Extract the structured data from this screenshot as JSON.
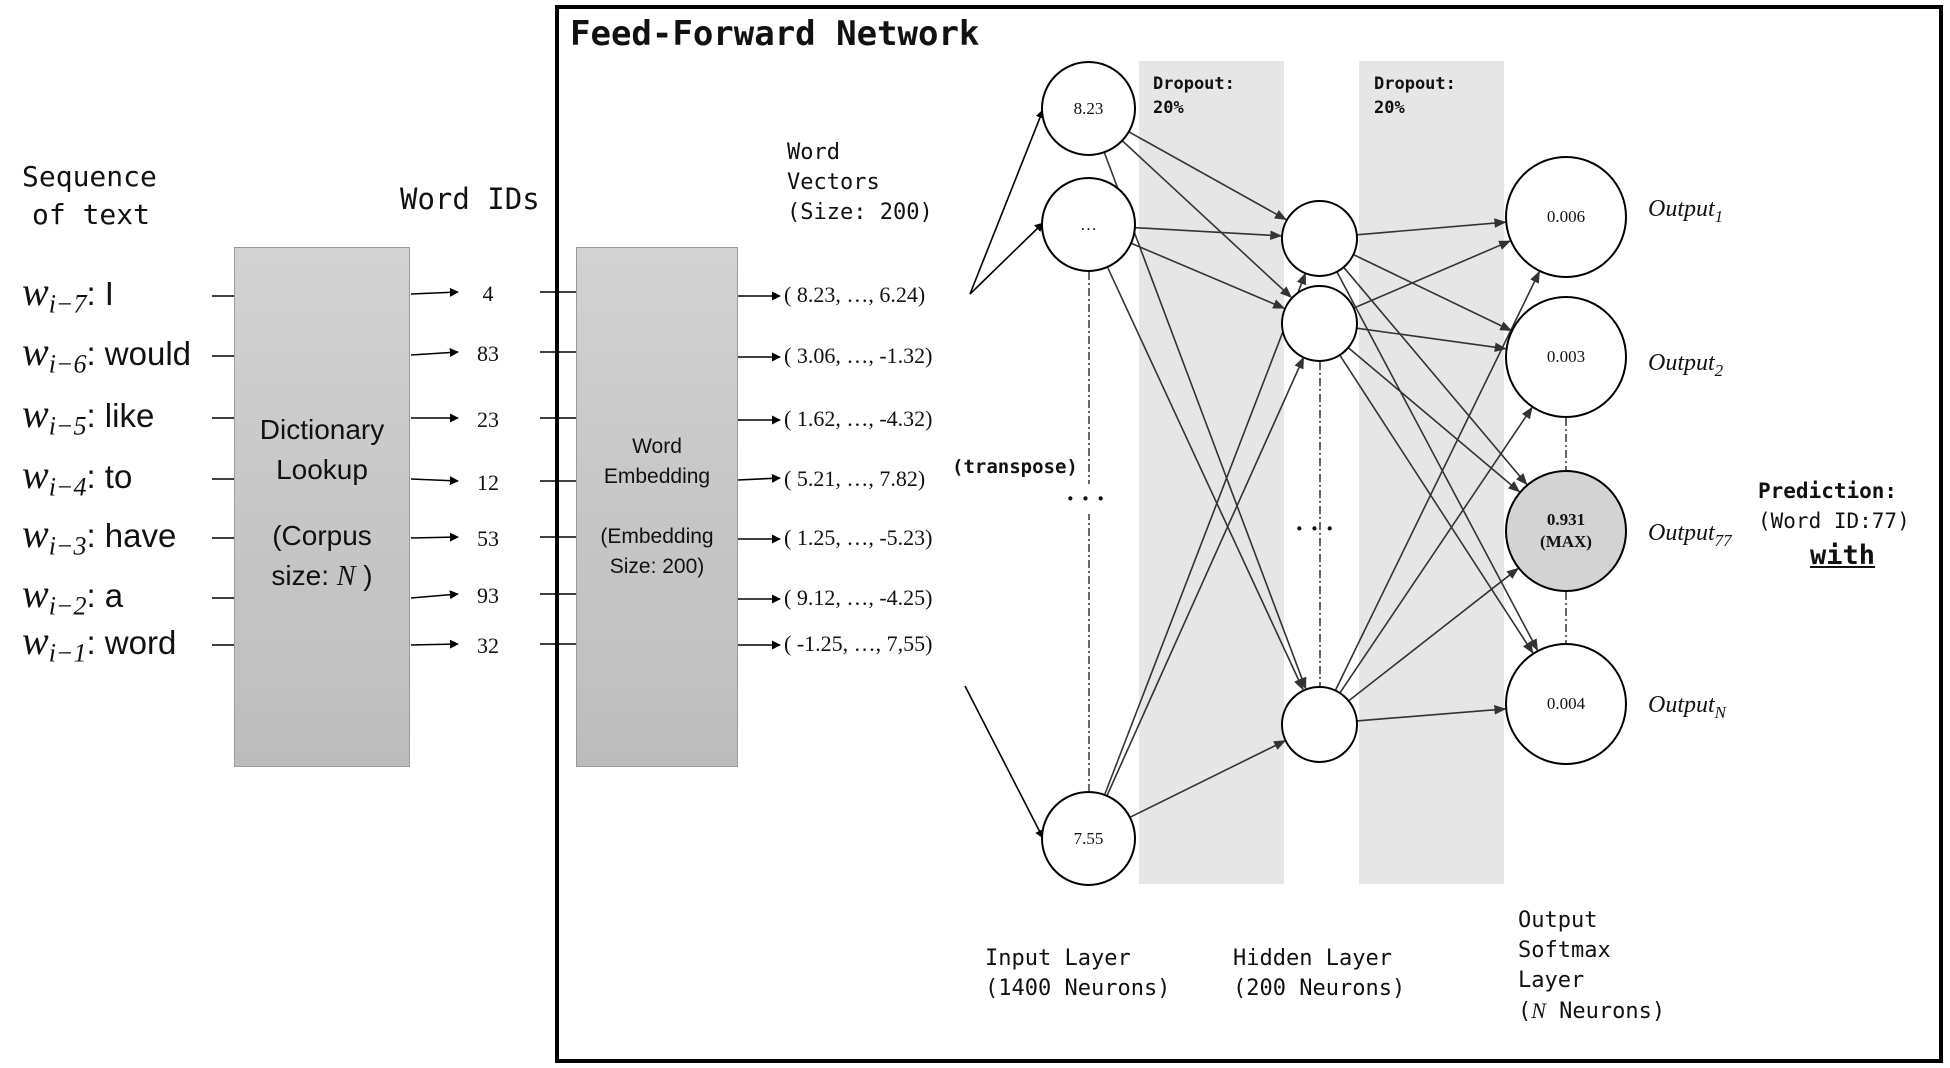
{
  "frame": {
    "title": "Feed-Forward Network"
  },
  "sequence": {
    "label_line1": "Sequence",
    "label_line2": "of text",
    "words": [
      {
        "var": "w",
        "sub": "i−7",
        "word": ": I"
      },
      {
        "var": "w",
        "sub": "i−6",
        "word": ": would"
      },
      {
        "var": "w",
        "sub": "i−5",
        "word": ": like"
      },
      {
        "var": "w",
        "sub": "i−4",
        "word": ": to"
      },
      {
        "var": "w",
        "sub": "i−3",
        "word": ": have"
      },
      {
        "var": "w",
        "sub": "i−2",
        "word": ": a"
      },
      {
        "var": "w",
        "sub": "i−1",
        "word": ": word"
      }
    ]
  },
  "dictionary": {
    "line1": "Dictionary",
    "line2": "Lookup",
    "line3": "(Corpus",
    "line4_prefix": "size: ",
    "line4_var": "N",
    "line4_suffix": " )"
  },
  "word_ids": {
    "label": "Word IDs",
    "ids": [
      "4",
      "83",
      "23",
      "12",
      "53",
      "93",
      "32"
    ]
  },
  "embedding": {
    "line1": "Word",
    "line2": "Embedding",
    "line3": "(Embedding",
    "line4": "Size: 200)"
  },
  "word_vectors": {
    "label_line1": "Word",
    "label_line2": "Vectors",
    "label_line3": "(Size: 200)",
    "vectors": [
      "( 8.23, …, 6.24)",
      "( 3.06, …, -1.32)",
      "( 1.62, …, -4.32)",
      "( 5.21, …, 7.82)",
      "( 1.25, …, -5.23)",
      "( 9.12, …, -4.25)",
      "( -1.25,  …, 7,55)"
    ],
    "transpose_label": "(transpose)"
  },
  "input_layer": {
    "nodes": [
      "8.23",
      "…",
      "7.55"
    ],
    "dots": "· · ·",
    "label_line1": "Input Layer",
    "label_line2": "(1400 Neurons)"
  },
  "dropout": [
    {
      "line1": "Dropout:",
      "line2": "20%"
    },
    {
      "line1": "Dropout:",
      "line2": "20%"
    }
  ],
  "hidden_layer": {
    "dots": "· · ·",
    "label_line1": "Hidden Layer",
    "label_line2": "(200 Neurons)"
  },
  "output_layer": {
    "nodes": [
      {
        "value": "0.006",
        "extra": "",
        "label": "Output",
        "sub": "1"
      },
      {
        "value": "0.003",
        "extra": "",
        "label": "Output",
        "sub": "2"
      },
      {
        "value": "0.931",
        "extra": "(MAX)",
        "label": "Output",
        "sub": "77"
      },
      {
        "value": "0.004",
        "extra": "",
        "label": "Output",
        "sub": "N"
      }
    ],
    "label_line1": "Output",
    "label_line2": "Softmax",
    "label_line3": "Layer",
    "label_line4_var": "N",
    "label_line4_suffix": " Neurons)",
    "label_line4_prefix": "("
  },
  "prediction": {
    "line1": "Prediction:",
    "line2": "(Word ID:77)",
    "word": "with"
  },
  "colors": {
    "max_node": "#d3d3d3",
    "dropout_band": "#e6e6e6",
    "gray_box": "#c4c4c4"
  }
}
